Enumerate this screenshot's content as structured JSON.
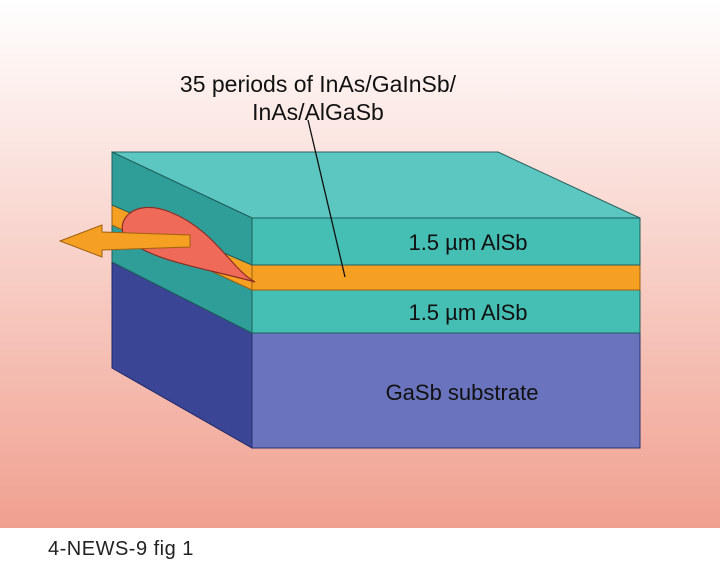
{
  "figure": {
    "annotation_line1": "35 periods of InAs/GaInSb/",
    "annotation_line2": "InAs/AlGaSb",
    "layer_top_label": "1.5 µm AlSb",
    "layer_bottom_label": "1.5 µm AlSb",
    "substrate_label": "GaSb substrate",
    "colors": {
      "background_top": "#ffffff",
      "background_bottom": "#f0a08f",
      "cladding_front": "#45beb4",
      "cladding_top": "#5cc7c0",
      "cladding_side": "#2f9e98",
      "active_layer": "#f5a023",
      "substrate_front": "#6a73bd",
      "substrate_side": "#3a4595",
      "beam": "#f06a5a",
      "arrow": "#f5a023"
    }
  },
  "caption": "4-NEWS-9 fig 1"
}
